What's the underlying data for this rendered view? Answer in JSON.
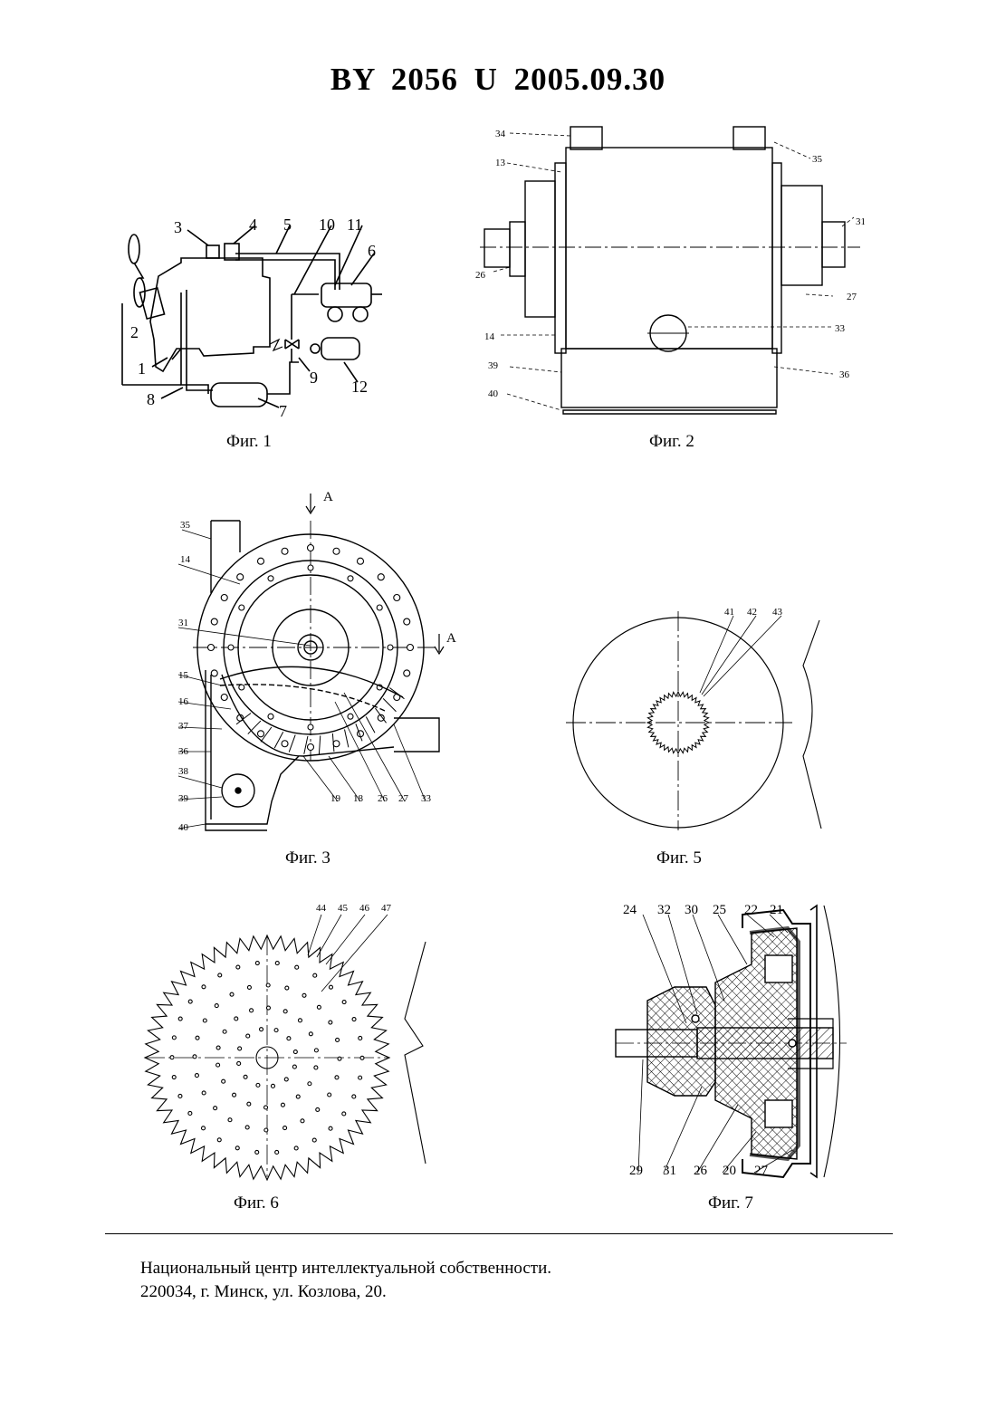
{
  "header": {
    "title": "BY  2056  U  2005.09.30"
  },
  "figures": {
    "fig1": {
      "caption": "Фиг. 1",
      "labels": [
        "1",
        "2",
        "3",
        "4",
        "5",
        "6",
        "7",
        "8",
        "9",
        "10",
        "11",
        "12"
      ]
    },
    "fig2": {
      "caption": "Фиг. 2",
      "labels": [
        "34",
        "13",
        "26",
        "14",
        "39",
        "40",
        "35",
        "31",
        "27",
        "33",
        "36"
      ]
    },
    "fig3": {
      "caption": "Фиг. 3",
      "section_labels": [
        "A",
        "A"
      ],
      "labels": [
        "35",
        "14",
        "31",
        "15",
        "16",
        "37",
        "36",
        "38",
        "39",
        "40",
        "19",
        "18",
        "26",
        "27",
        "33"
      ]
    },
    "fig5": {
      "caption": "Фиг. 5",
      "labels": [
        "41",
        "42",
        "43"
      ]
    },
    "fig6": {
      "caption": "Фиг. 6",
      "labels": [
        "44",
        "45",
        "46",
        "47"
      ]
    },
    "fig7": {
      "caption": "Фиг. 7",
      "labels": [
        "24",
        "32",
        "30",
        "25",
        "22",
        "21",
        "29",
        "31",
        "26",
        "20",
        "27"
      ]
    }
  },
  "footer": {
    "line1": "Национальный центр интеллектуальной собственности.",
    "line2": "220034, г. Минск, ул. Козлова, 20."
  }
}
